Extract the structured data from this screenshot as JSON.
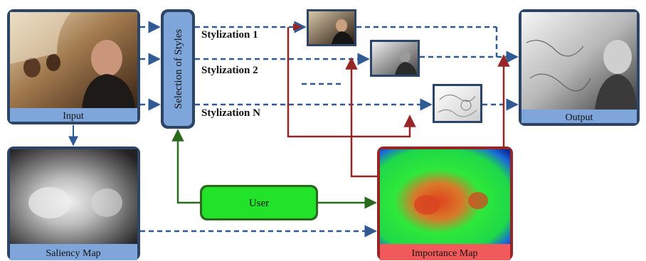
{
  "diagram": {
    "input_label": "Input",
    "output_label": "Output",
    "saliency_label": "Saliency Map",
    "importance_label": "Importance Map",
    "selection_label": "Selection of Styles",
    "user_label": "User",
    "stylizations": [
      "Stylization 1",
      "Stylization 2",
      "Stylization N"
    ]
  },
  "colors": {
    "frame_blue": "#2c4466",
    "caption_blue": "#7ea6da",
    "dashed_blue": "#2f5a94",
    "arrow_red": "#962626",
    "arrow_green": "#2a6a1f",
    "user_green": "#22e22a",
    "importance_caption": "#f05a5a"
  }
}
